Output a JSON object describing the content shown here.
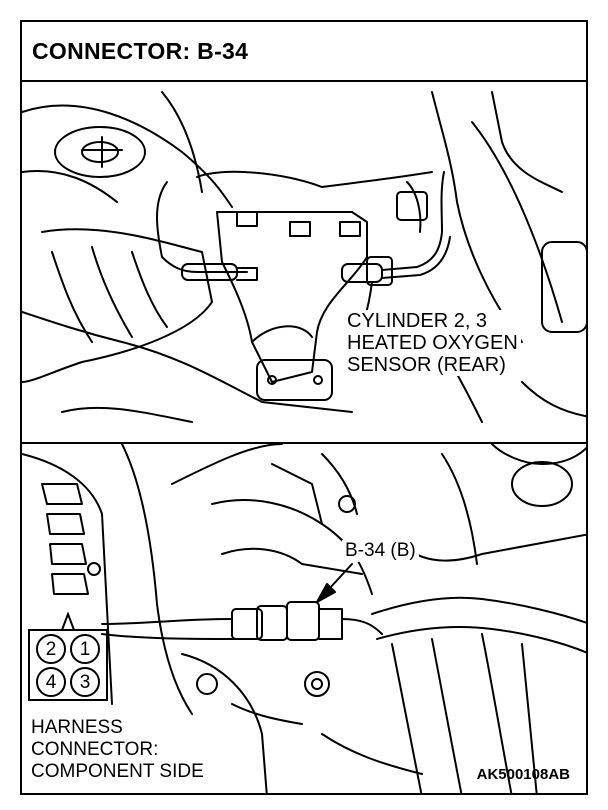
{
  "title": "CONNECTOR: B-34",
  "sensor_label": [
    "CYLINDER 2, 3",
    "HEATED OXYGEN",
    "SENSOR (REAR)"
  ],
  "connector_callout": "B-34 (B)",
  "pins": [
    "2",
    "1",
    "4",
    "3"
  ],
  "harness_label": [
    "HARNESS",
    "CONNECTOR:",
    "COMPONENT SIDE"
  ],
  "figure_code": "AK500108AB"
}
